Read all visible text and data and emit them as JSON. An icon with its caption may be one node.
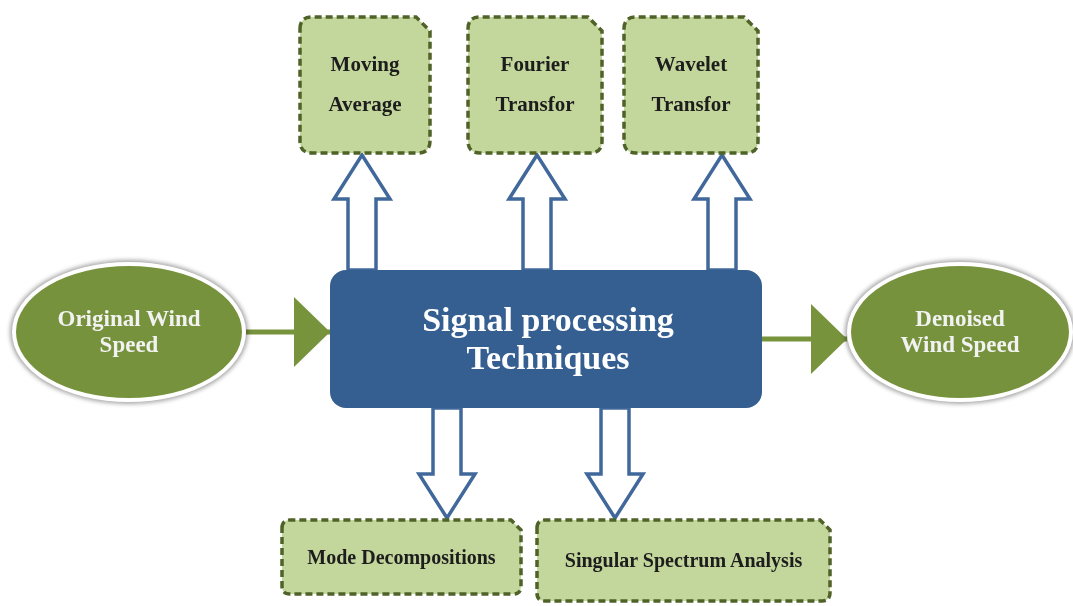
{
  "diagram": {
    "nodes": [
      {
        "text": [
          "Original Wind Speed"
        ]
      },
      {
        "text": [
          "Signal processing Techniques"
        ]
      },
      {
        "text": [
          "Denoised Wind Speed"
        ]
      },
      {
        "text": [
          "Moving Average"
        ]
      },
      {
        "text": [
          "Fourier Transfor"
        ]
      },
      {
        "text": [
          "Wavelet Transfor"
        ]
      },
      {
        "text": [
          "Mode Decompositions"
        ]
      },
      {
        "text": [
          "Singular Spectrum Analysis"
        ]
      }
    ],
    "edges": [
      {
        "from": 0,
        "to": 1,
        "arrow": "to",
        "color": "#77933c"
      },
      {
        "from": 1,
        "to": 2,
        "arrow": "to",
        "color": "#77933c"
      },
      {
        "from": 1,
        "to": 3,
        "arrow": "to",
        "style": "thick"
      },
      {
        "from": 1,
        "to": 4,
        "arrow": "to",
        "style": "thick"
      },
      {
        "from": 1,
        "to": 5,
        "arrow": "to",
        "style": "thick"
      },
      {
        "from": 1,
        "to": 6,
        "arrow": "to",
        "style": "thick"
      },
      {
        "from": 1,
        "to": 7,
        "arrow": "to",
        "style": "thick"
      }
    ]
  }
}
